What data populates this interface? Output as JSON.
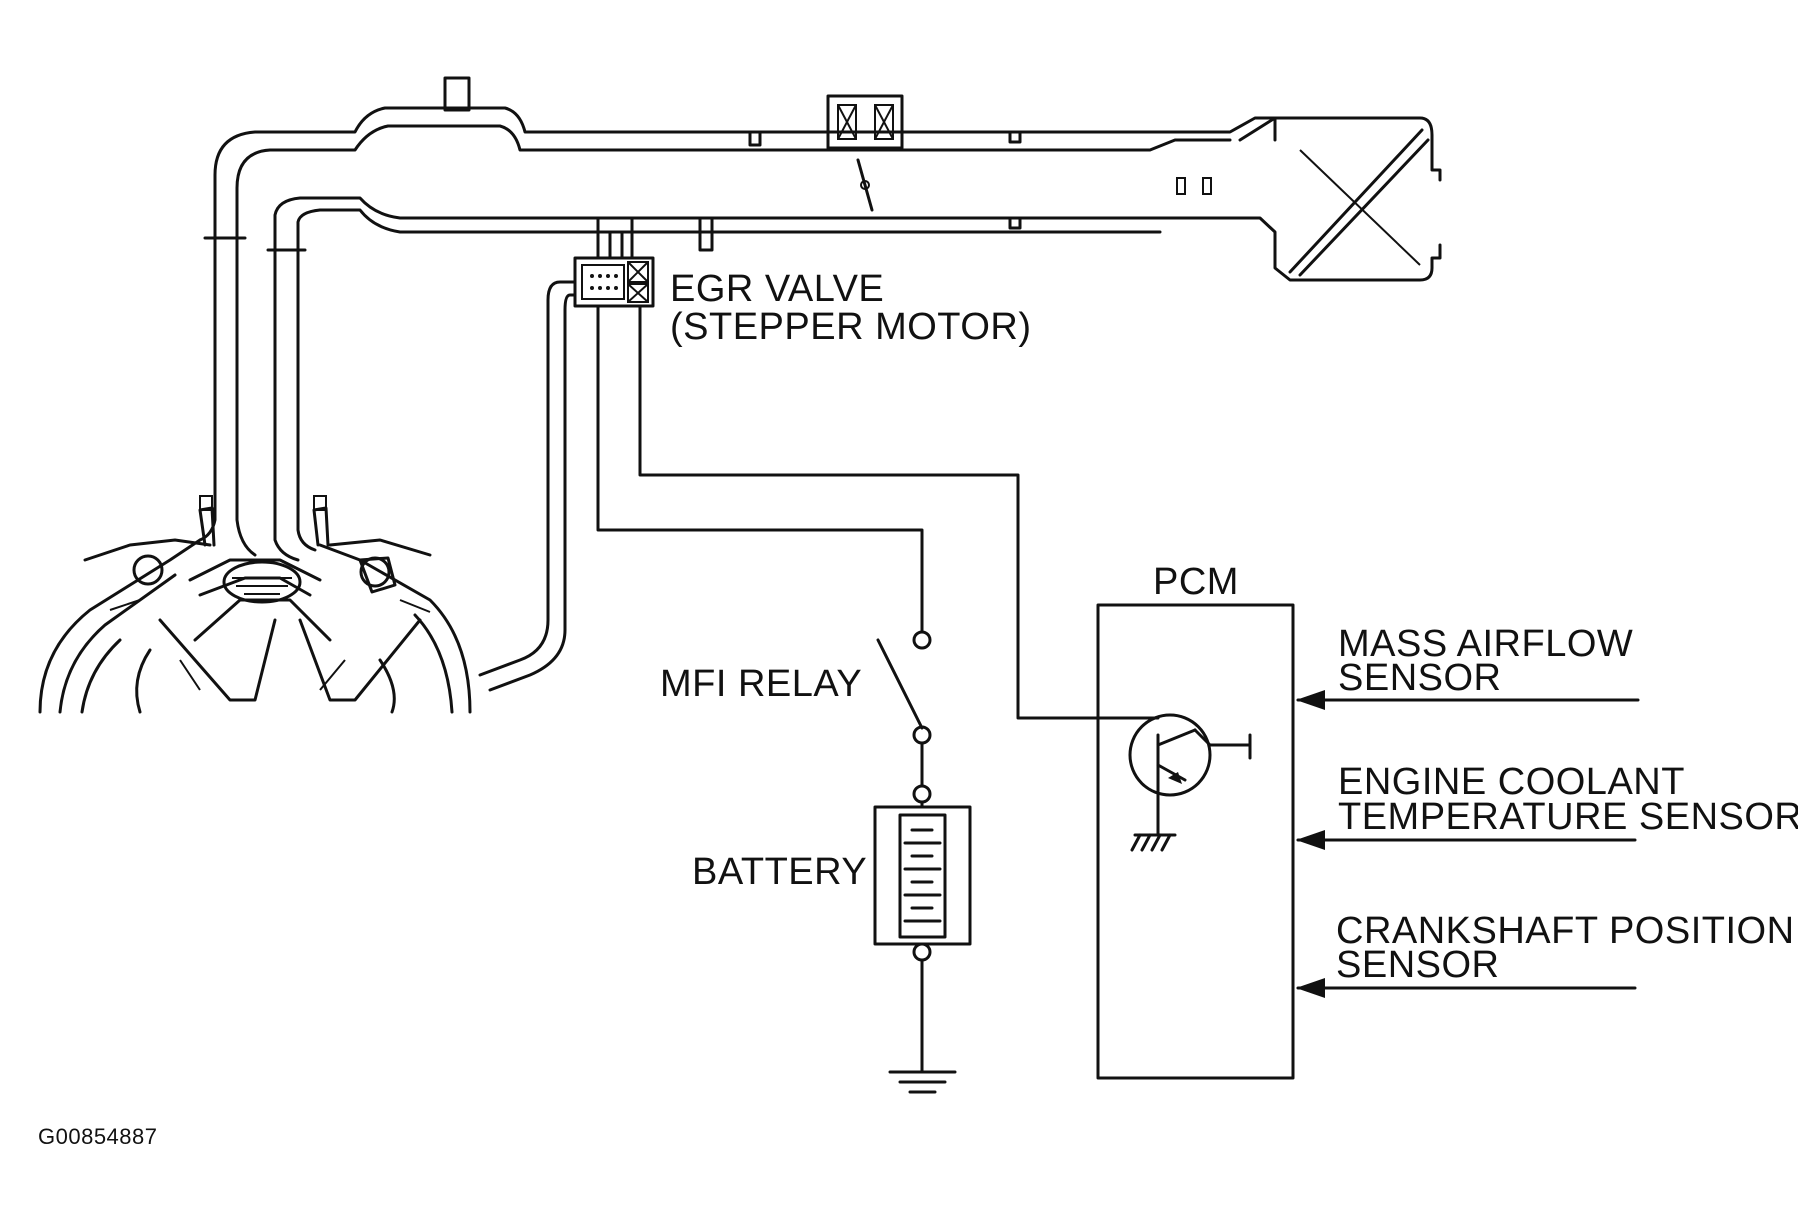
{
  "labels": {
    "egr_valve": "EGR VALVE",
    "egr_sub": "(STEPPER MOTOR)",
    "pcm": "PCM",
    "mfi_relay": "MFI RELAY",
    "battery": "BATTERY",
    "maf_1": "MASS AIRFLOW",
    "maf_2": "SENSOR",
    "ect_1": "ENGINE COOLANT",
    "ect_2": "TEMPERATURE SENSOR",
    "ckp_1": "CRANKSHAFT POSITION",
    "ckp_2": "SENSOR",
    "figure_code": "G00854887"
  }
}
